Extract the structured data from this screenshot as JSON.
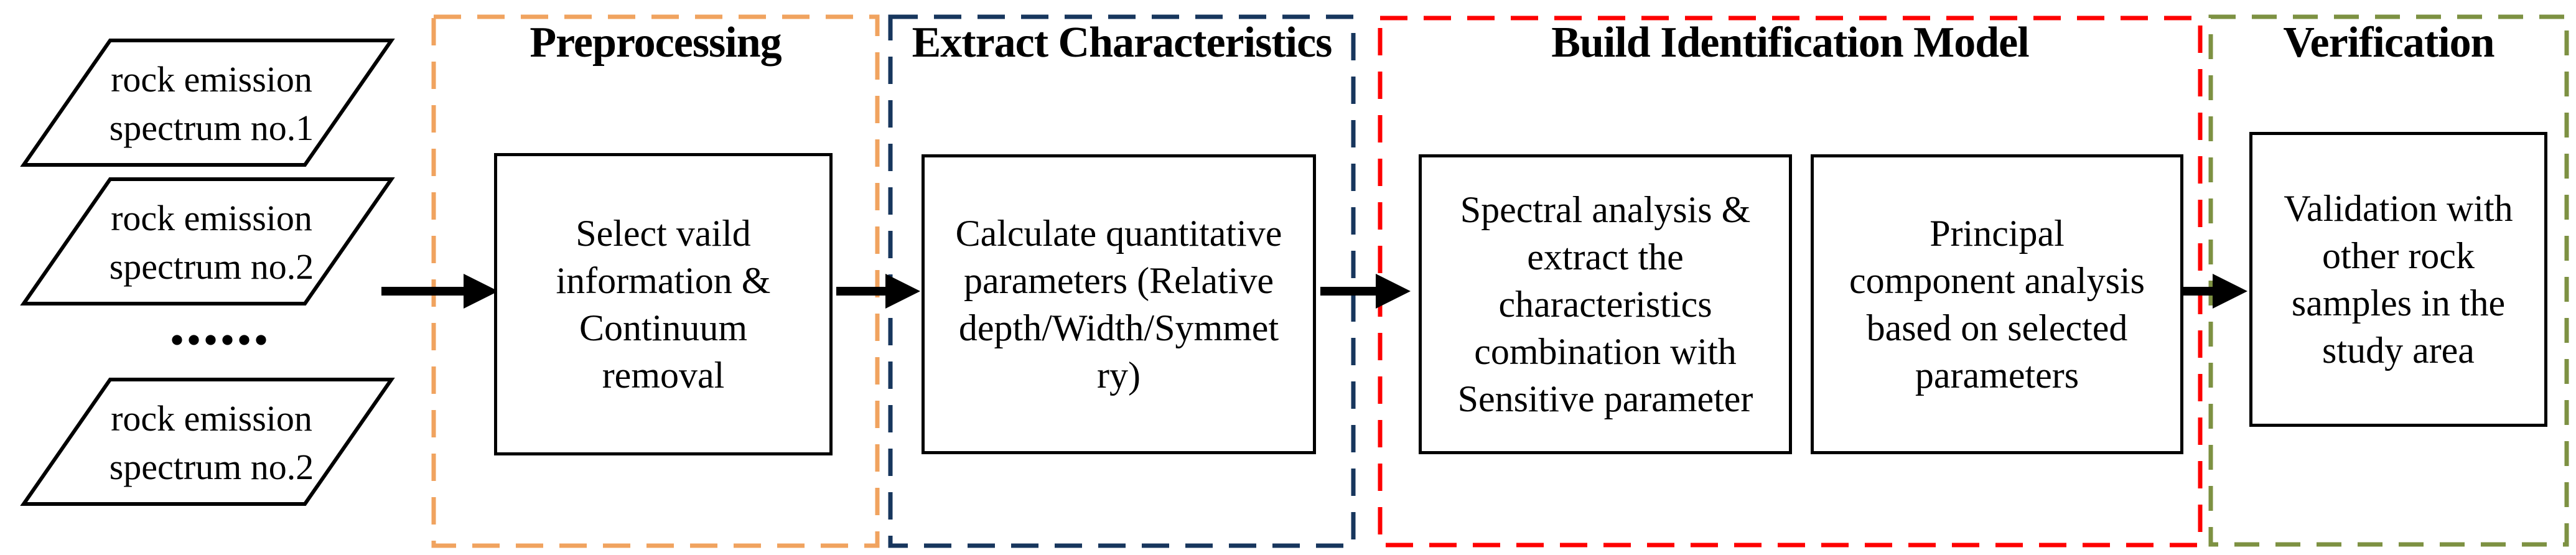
{
  "diagram": {
    "inputs": {
      "items": [
        {
          "lines": [
            "rock emission",
            "spectrum no.1"
          ]
        },
        {
          "lines": [
            "rock emission",
            "spectrum no.2"
          ]
        },
        {
          "lines": [
            "rock emission",
            "spectrum no.2"
          ]
        }
      ],
      "ellipsis": "......"
    },
    "sections": [
      {
        "title": "Preprocessing",
        "color": "#F0A35F",
        "boxes": [
          [
            "Select vaild",
            "information &",
            "Continuum",
            "removal"
          ]
        ]
      },
      {
        "title": "Extract Characteristics",
        "color": "#17365D",
        "boxes": [
          [
            "Calculate quantitative",
            "parameters (Relative",
            "depth/Width/Symmet",
            "ry)"
          ]
        ]
      },
      {
        "title": "Build Identification Model",
        "color": "#FE0000",
        "boxes": [
          [
            "Spectral analysis &",
            "extract the",
            "characteristics",
            "combination with",
            "Sensitive parameter"
          ],
          [
            "Principal",
            "component analysis",
            "based on selected",
            "parameters"
          ]
        ]
      },
      {
        "title": "Verification",
        "color": "#7D9142",
        "boxes": [
          [
            "Validation with",
            "other rock",
            "samples in the",
            "study area"
          ]
        ]
      }
    ]
  }
}
